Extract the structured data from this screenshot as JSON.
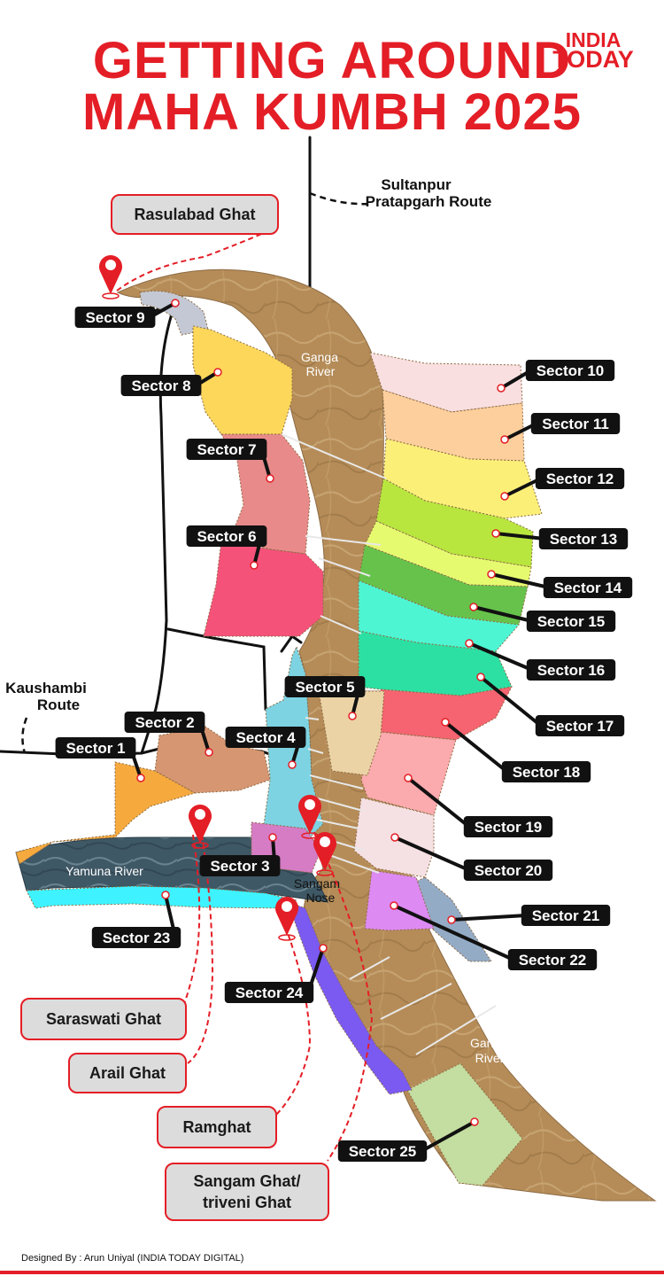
{
  "title": {
    "line1": "GETTING AROUND",
    "line2": "MAHA KUMBH 2025"
  },
  "brand": {
    "line1": "INDIA",
    "line2": "TODAY"
  },
  "routes": [
    {
      "id": "sultanpur",
      "line1": "Sultanpur",
      "line2": "Pratapgarh Route"
    },
    {
      "id": "kaushambi",
      "line1": "Kaushambi",
      "line2": "Route"
    }
  ],
  "rivers": [
    {
      "id": "ganga-north",
      "line1": "Ganga",
      "line2": "River"
    },
    {
      "id": "yamuna",
      "line1": "Yamuna River",
      "line2": ""
    },
    {
      "id": "sangam-nose",
      "line1": "Sangam",
      "line2": "Nose"
    },
    {
      "id": "ganga-south",
      "line1": "Ganga",
      "line2": "River"
    }
  ],
  "sectors": [
    {
      "id": "s9",
      "label": "Sector 9",
      "color": "#c3c8d4"
    },
    {
      "id": "s8",
      "label": "Sector 8",
      "color": "#fcd75a"
    },
    {
      "id": "s7",
      "label": "Sector 7",
      "color": "#e88a8a"
    },
    {
      "id": "s6",
      "label": "Sector 6",
      "color": "#f5527a"
    },
    {
      "id": "s10",
      "label": "Sector 10",
      "color": "#f9dfe0"
    },
    {
      "id": "s11",
      "label": "Sector 11",
      "color": "#fccf9c"
    },
    {
      "id": "s12",
      "label": "Sector 12",
      "color": "#fcef78"
    },
    {
      "id": "s13",
      "label": "Sector 13",
      "color": "#b8e63e"
    },
    {
      "id": "s14",
      "label": "Sector 14",
      "color": "#e6fa70"
    },
    {
      "id": "s15",
      "label": "Sector 15",
      "color": "#66c24b"
    },
    {
      "id": "s16",
      "label": "Sector 16",
      "color": "#4df5d3"
    },
    {
      "id": "s17",
      "label": "Sector 17",
      "color": "#2ce0a3"
    },
    {
      "id": "s5",
      "label": "Sector 5",
      "color": "#ebd3a6"
    },
    {
      "id": "s2",
      "label": "Sector 2",
      "color": "#d69672"
    },
    {
      "id": "s4",
      "label": "Sector 4",
      "color": "#7dd3e2"
    },
    {
      "id": "s1",
      "label": "Sector 1",
      "color": "#f6aa3e"
    },
    {
      "id": "s18",
      "label": "Sector 18",
      "color": "#f56470"
    },
    {
      "id": "s19",
      "label": "Sector 19",
      "color": "#fbaaad"
    },
    {
      "id": "s20",
      "label": "Sector 20",
      "color": "#f5e0e3"
    },
    {
      "id": "s3",
      "label": "Sector 3",
      "color": "#d67cc4"
    },
    {
      "id": "s21",
      "label": "Sector 21",
      "color": "#94abc6"
    },
    {
      "id": "s22",
      "label": "Sector 22",
      "color": "#dd8af2"
    },
    {
      "id": "s23",
      "label": "Sector 23",
      "color": "#3ef3ff"
    },
    {
      "id": "s24",
      "label": "Sector 24",
      "color": "#7a5af0"
    },
    {
      "id": "s25",
      "label": "Sector 25",
      "color": "#c4dda0"
    }
  ],
  "ghats": [
    {
      "id": "rasulabad",
      "lines": [
        "Rasulabad Ghat"
      ]
    },
    {
      "id": "saraswati",
      "lines": [
        "Saraswati Ghat"
      ]
    },
    {
      "id": "arail",
      "lines": [
        "Arail Ghat"
      ]
    },
    {
      "id": "ramghat",
      "lines": [
        "Ramghat"
      ]
    },
    {
      "id": "sangam",
      "lines": [
        "Sangam Ghat/",
        "triveni Ghat"
      ]
    }
  ],
  "credit": "Designed By : Arun Uniyal (INDIA TODAY DIGITAL)",
  "colors": {
    "accent": "#e41e26",
    "river": "#b58c58",
    "yamuna": "#3f5866",
    "tag": "#111111",
    "ghat_fill": "#dcdcdc"
  }
}
